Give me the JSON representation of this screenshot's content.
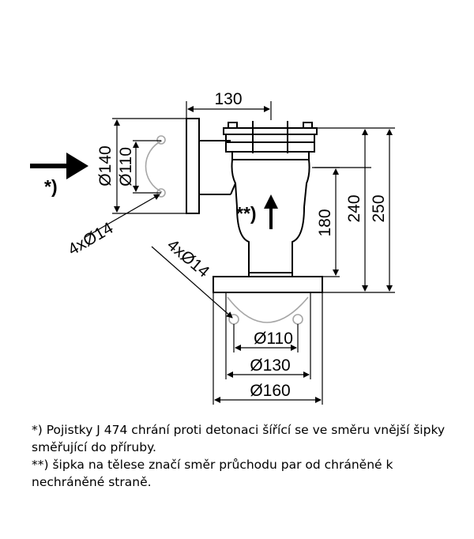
{
  "dimensions": {
    "width_top": "130",
    "flange_od": "Ø140",
    "flange_bolt_circle": "Ø110",
    "holes_side": "4xØ14",
    "holes_bottom": "4xØ14",
    "height_180": "180",
    "height_240": "240",
    "height_250": "250",
    "bottom_d110": "Ø110",
    "bottom_d130": "Ø130",
    "bottom_d160": "Ø160"
  },
  "markers": {
    "single": "*)",
    "double": "**)"
  },
  "notes": {
    "note1": "*) Pojistky J 474 chrání proti detonaci šířící se ve směru vnější šipky směřující do příruby.",
    "note2": "**) šipka na tělese značí směr průchodu par od chráněné k nechráněné straně."
  },
  "colors": {
    "line": "#000000",
    "hidden_line": "#a6a6a6"
  }
}
